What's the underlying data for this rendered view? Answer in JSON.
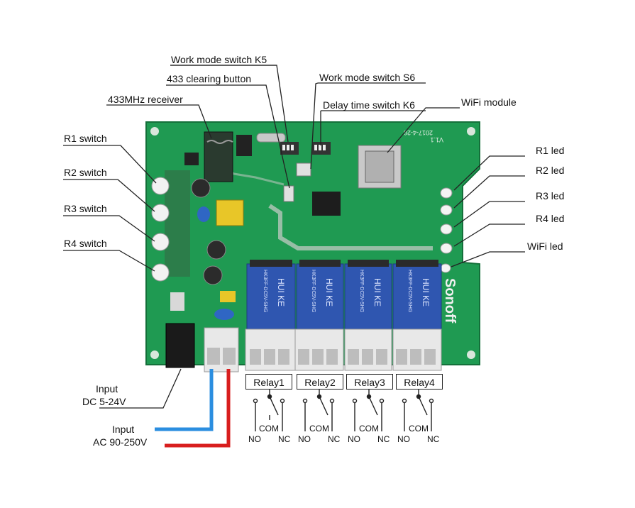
{
  "labels": {
    "work_mode_k5": "Work mode switch K5",
    "clearing_433": "433 clearing button",
    "work_mode_s6": "Work mode switch S6",
    "receiver_433": "433MHz receiver",
    "delay_k6": "Delay time switch K6",
    "wifi_module": "WiFi module",
    "r1_switch": "R1 switch",
    "r2_switch": "R2 switch",
    "r3_switch": "R3 switch",
    "r4_switch": "R4 switch",
    "r1_led": "R1 led",
    "r2_led": "R2 led",
    "r3_led": "R3 led",
    "r4_led": "R4 led",
    "wifi_led": "WiFi led",
    "input_dc_1": "Input",
    "input_dc_2": "DC 5-24V",
    "input_ac_1": "Input",
    "input_ac_2": "AC 90-250V"
  },
  "relays": [
    {
      "name": "Relay1",
      "no": "NO",
      "com": "COM",
      "nc": "NC"
    },
    {
      "name": "Relay2",
      "no": "NO",
      "com": "COM",
      "nc": "NC"
    },
    {
      "name": "Relay3",
      "no": "NO",
      "com": "COM",
      "nc": "NC"
    },
    {
      "name": "Relay4",
      "no": "NO",
      "com": "COM",
      "nc": "NC"
    }
  ],
  "board": {
    "brand": "Sonoff",
    "relay_marking": "HUI KE",
    "relay_model": "HK3FF-DC5V-SHG",
    "date_marking": "2017-4-26",
    "version": "V1.1"
  },
  "colors": {
    "pcb": "#1f9a52",
    "pcb_dark": "#147a3e",
    "relay_body": "#2f56b0",
    "terminal": "#e8e8e8",
    "wire_blue": "#2b8ee0",
    "wire_red": "#d81e1e"
  }
}
